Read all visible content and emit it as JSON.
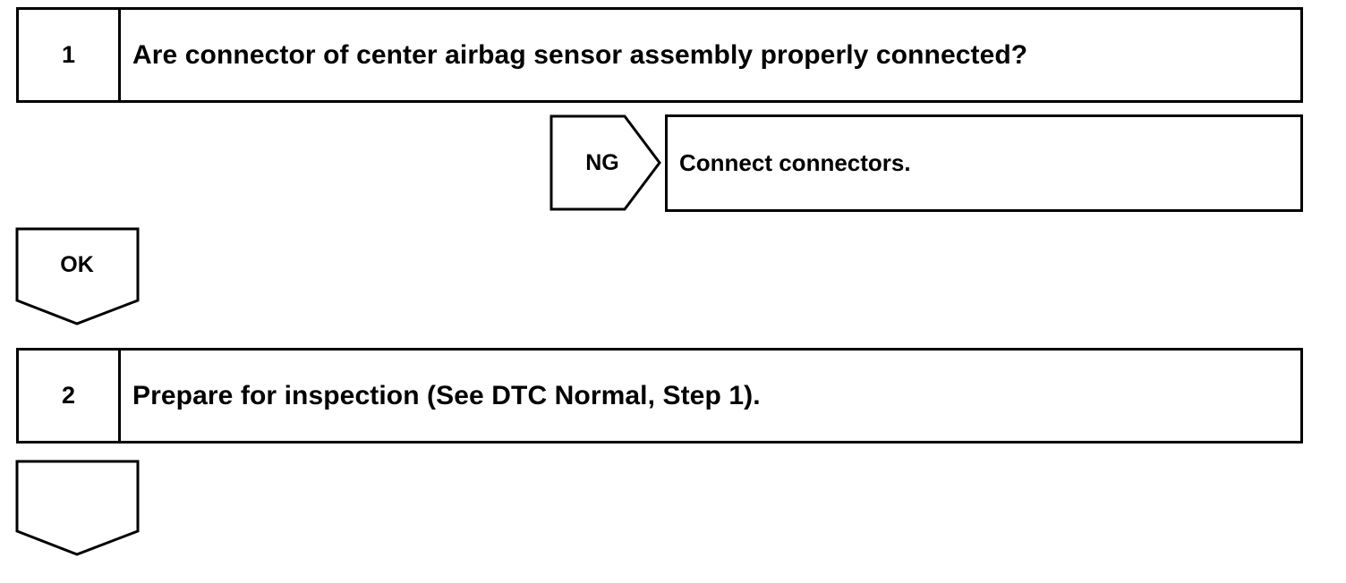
{
  "steps": [
    {
      "number": "1",
      "question": "Are connector of center airbag sensor assembly properly connected?"
    },
    {
      "number": "2",
      "question": "Prepare for inspection (See DTC Normal, Step 1)."
    }
  ],
  "branches": {
    "ng_label": "NG",
    "ng_action": "Connect connectors.",
    "ok_label": "OK"
  }
}
